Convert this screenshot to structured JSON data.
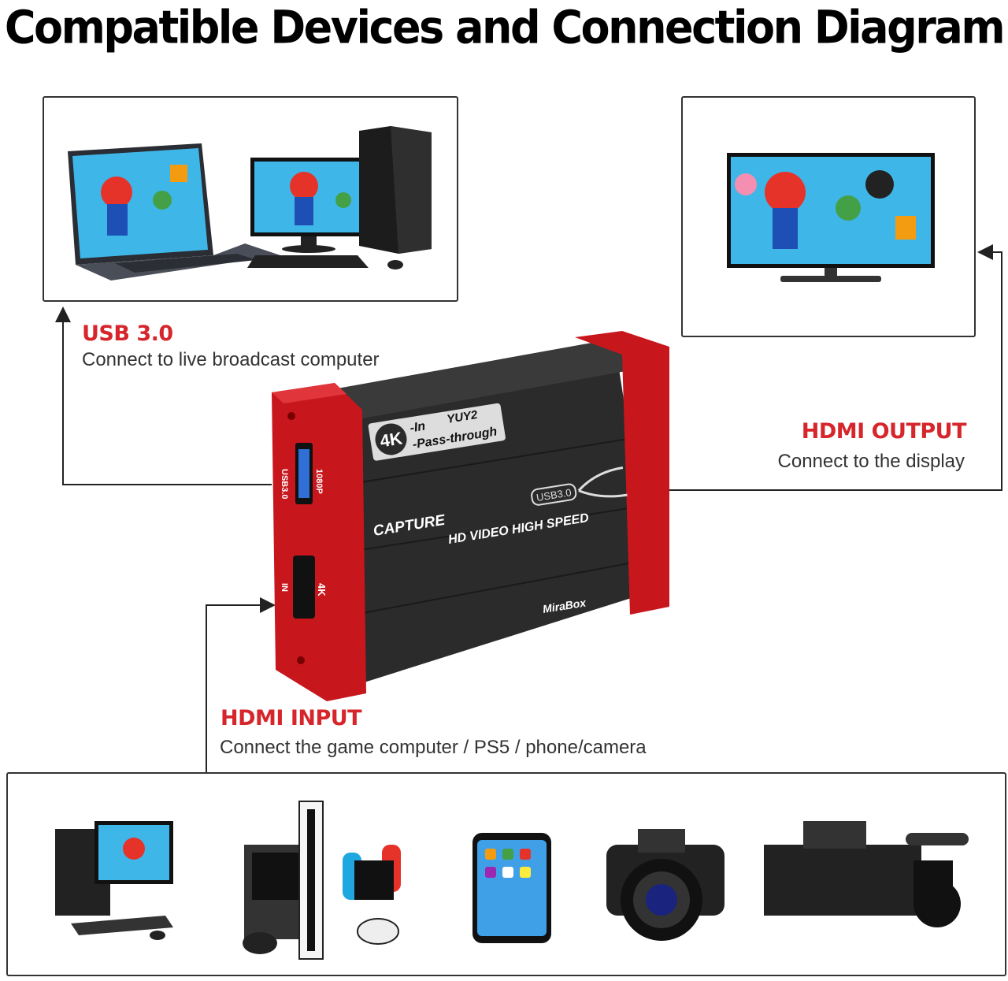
{
  "title": "Compatible Devices and Connection Diagram",
  "connections": {
    "usb": {
      "heading": "USB 3.0",
      "description": "Connect to live broadcast computer"
    },
    "hdmi_output": {
      "heading": "HDMI OUTPUT",
      "description": "Connect to the display"
    },
    "hdmi_input": {
      "heading": "HDMI INPUT",
      "description": "Connect the game computer / PS5 / phone/camera"
    }
  },
  "device": {
    "badge_4k": "4K",
    "badge_in": "-In",
    "badge_yuy2": "YUY2",
    "badge_pass": "-Pass-through",
    "usb_chip": "USB3.0",
    "capture": "CAPTURE",
    "hd_label": "HD VIDEO HIGH SPEED",
    "brand": "MiraBox",
    "port_usb_label": "USB3.0",
    "port_1080": "1080P",
    "port_in": "IN",
    "port_4k": "4K"
  },
  "colors": {
    "accent": "#d6262c",
    "device_body": "#2b2b2b",
    "device_frame": "#c8161d"
  },
  "icons": [
    "laptop-icon",
    "desktop-pc-icon",
    "tv-icon",
    "game-console-icon",
    "smartphone-icon",
    "dslr-camera-icon",
    "camcorder-icon"
  ]
}
